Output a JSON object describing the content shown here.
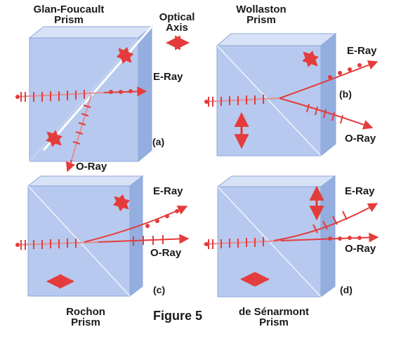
{
  "labels": {
    "glan_foucault": [
      "Glan-Foucault",
      "Prism"
    ],
    "optical_axis": [
      "Optical",
      "Axis"
    ],
    "wollaston": [
      "Wollaston",
      "Prism"
    ],
    "rochon": [
      "Rochon",
      "Prism"
    ],
    "senarmont": [
      "de Sénarmont",
      "Prism"
    ],
    "figure": "Figure 5",
    "e_ray": "E-Ray",
    "o_ray": "O-Ray",
    "panel_a": "(a)",
    "panel_b": "(b)",
    "panel_c": "(c)",
    "panel_d": "(d)"
  },
  "colors": {
    "prism_front": "#b7c9ee",
    "prism_top": "#d8e2f6",
    "prism_side": "#93aedf",
    "edge": "#7f9ad0",
    "ray": "#e43c3c",
    "ray_faint": "#e38f95",
    "arrow": "#e8352e"
  }
}
